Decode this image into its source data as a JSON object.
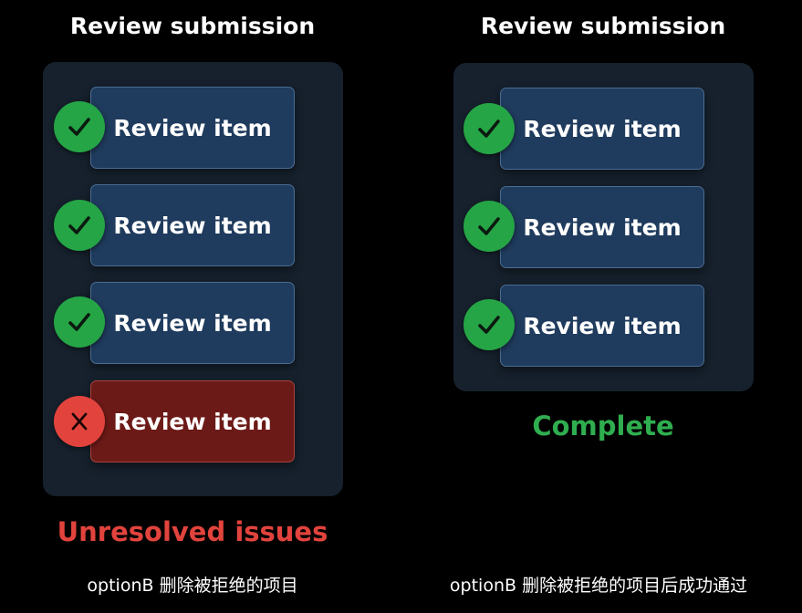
{
  "left": {
    "heading": "Review submission",
    "items": [
      {
        "label": "Review item",
        "status": "approved",
        "icon": "check-icon"
      },
      {
        "label": "Review item",
        "status": "approved",
        "icon": "check-icon"
      },
      {
        "label": "Review item",
        "status": "approved",
        "icon": "check-icon"
      },
      {
        "label": "Review item",
        "status": "rejected",
        "icon": "x-icon"
      }
    ],
    "outcome": "Unresolved issues",
    "outcome_color": "#e2433d",
    "caption": "optionB 删除被拒绝的项目"
  },
  "right": {
    "heading": "Review submission",
    "items": [
      {
        "label": "Review item",
        "status": "approved",
        "icon": "check-icon"
      },
      {
        "label": "Review item",
        "status": "approved",
        "icon": "check-icon"
      },
      {
        "label": "Review item",
        "status": "approved",
        "icon": "check-icon"
      }
    ],
    "outcome": "Complete",
    "outcome_color": "#2fae4f",
    "caption": "optionB 删除被拒绝的项目后成功通过"
  },
  "colors": {
    "background": "#000000",
    "panel": "#16212d",
    "card": "#1f3b5d",
    "card_rejected": "#6c1a17",
    "approved": "#25a545",
    "rejected": "#e2433d"
  }
}
